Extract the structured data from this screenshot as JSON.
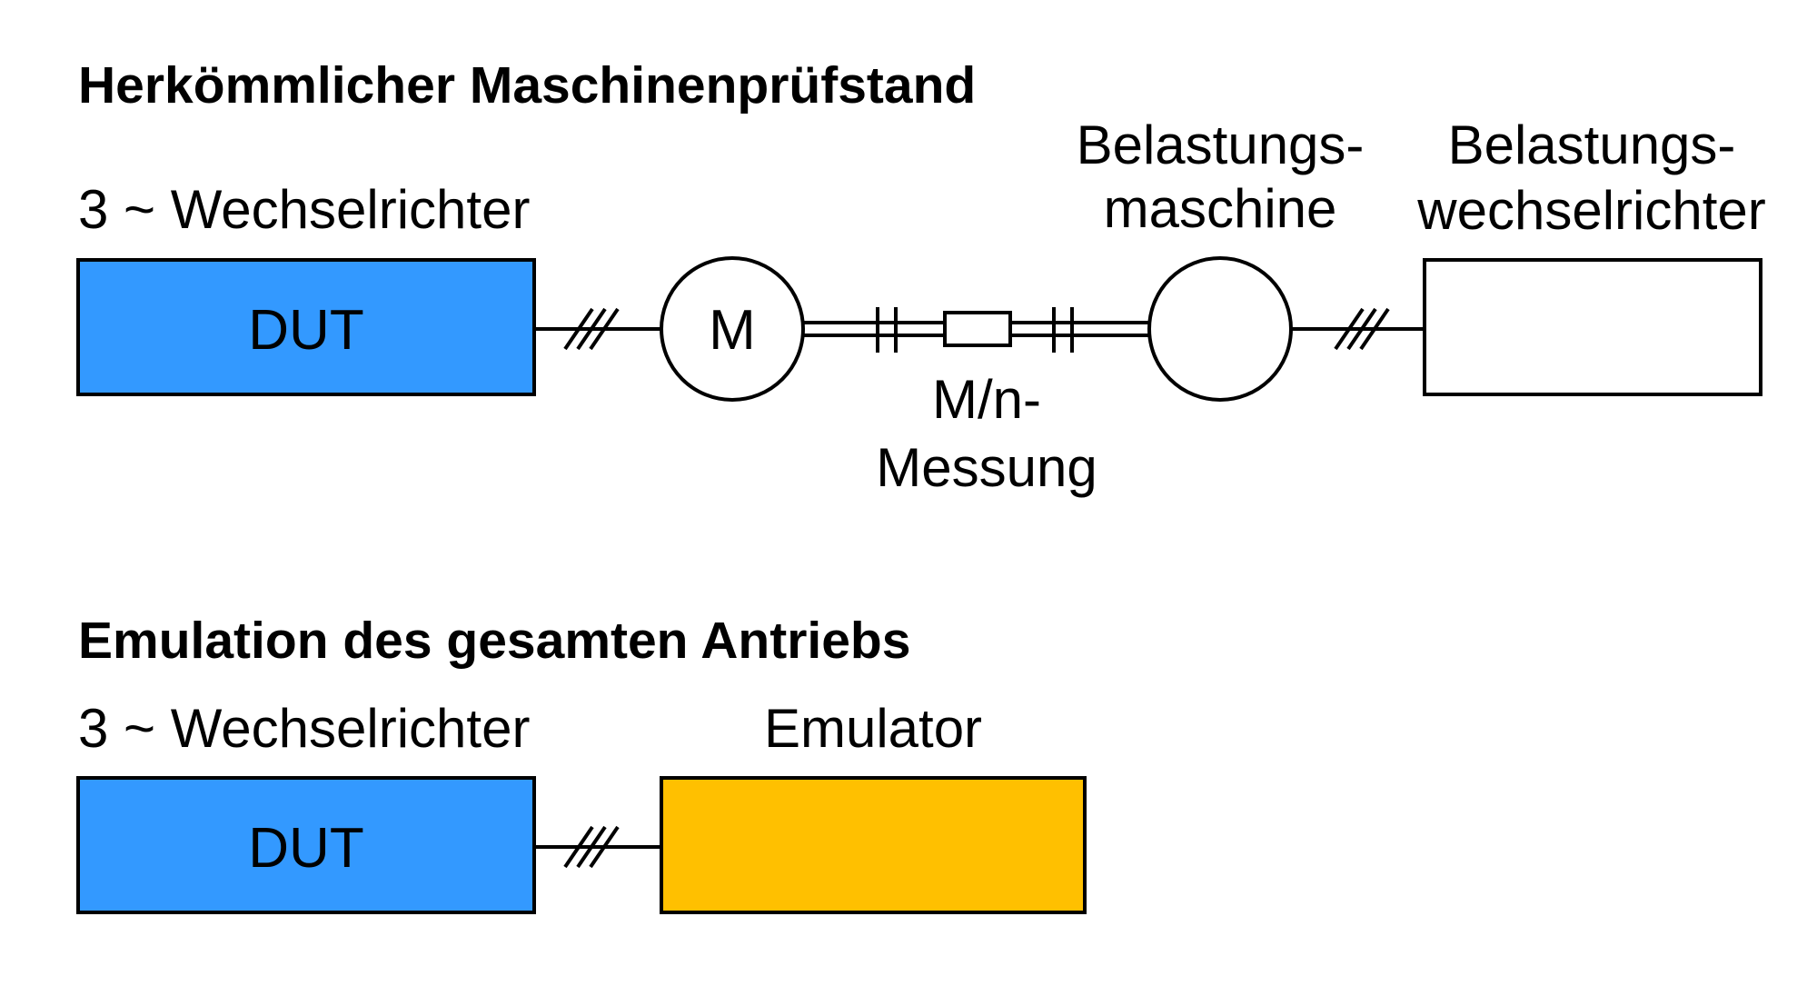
{
  "section1": {
    "title": "Herkömmlicher Maschinenprüfstand",
    "inverter_label": "3 ~ Wechselrichter",
    "dut_label": "DUT",
    "motor_label": "M",
    "measurement_line1": "M/n-",
    "measurement_line2": "Messung",
    "load_machine_line1": "Belastungs-",
    "load_machine_line2": "maschine",
    "load_inverter_line1": "Belastungs-",
    "load_inverter_line2": "wechselrichter"
  },
  "section2": {
    "title": "Emulation des gesamten Antriebs",
    "inverter_label": "3 ~ Wechselrichter",
    "dut_label": "DUT",
    "emulator_label": "Emulator"
  },
  "colors": {
    "dut_fill": "#3399FF",
    "emulator_fill": "#FFC000",
    "stroke": "#000000"
  }
}
